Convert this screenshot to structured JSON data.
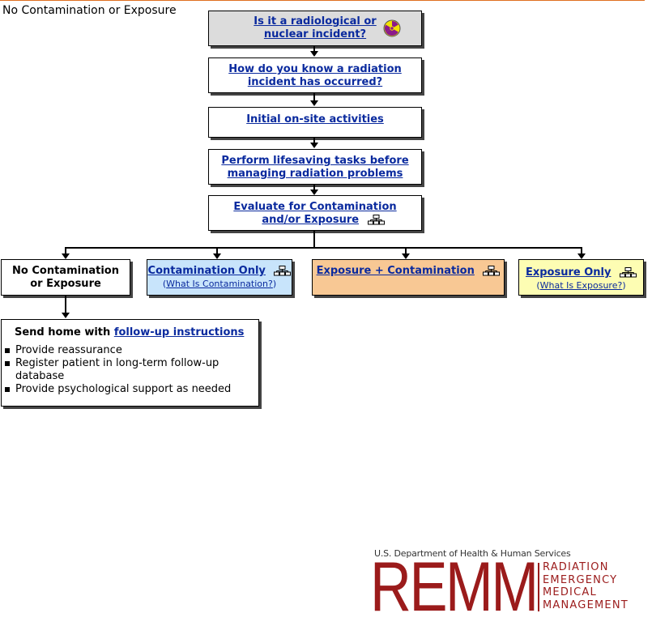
{
  "page_title": "No Contamination or Exposure",
  "steps": [
    {
      "line1": "Is it a radiological or",
      "line2": "nuclear incident?"
    },
    {
      "line1": "How do you know a radiation",
      "line2": "incident has occurred?"
    },
    {
      "line1": "Initial on-site activities"
    },
    {
      "line1": "Perform lifesaving tasks before",
      "line2": "managing radiation problems"
    },
    {
      "line1": "Evaluate for Contamination",
      "line2": "and/or Exposure"
    }
  ],
  "branches": {
    "no_contamination": {
      "line1": "No Contamination",
      "line2": "or Exposure"
    },
    "contamination_only": {
      "label": "Contamination Only",
      "sub_open": "(",
      "sub_link": "What Is Contamination?",
      "sub_close": ")"
    },
    "exposure_contamination": {
      "label": "Exposure + Contamination"
    },
    "exposure_only": {
      "label": "Exposure Only",
      "sub_open": "(",
      "sub_link": "What Is Exposure?",
      "sub_close": ")"
    }
  },
  "home_box": {
    "heading_text": "Send home with ",
    "heading_link": "follow-up instructions",
    "items": [
      "Provide reassurance",
      "Register patient in long-term follow-up database",
      "Provide psychological support as needed"
    ]
  },
  "logo": {
    "agency": "U.S. Department of Health & Human Services",
    "acronym": "REMM",
    "words": [
      "RADIATION",
      "EMERGENCY",
      "MEDICAL",
      "MANAGEMENT"
    ]
  },
  "colors": {
    "step1_bg": "#dcdcdc",
    "contamination_bg": "#c8e4fb",
    "exposure_contamination_bg": "#f8c894",
    "exposure_bg": "#fdfdb3",
    "link": "#0a2a9e",
    "logo_red": "#9b1b1b"
  },
  "icons": [
    "radiation-icon",
    "org-chart-icon"
  ]
}
